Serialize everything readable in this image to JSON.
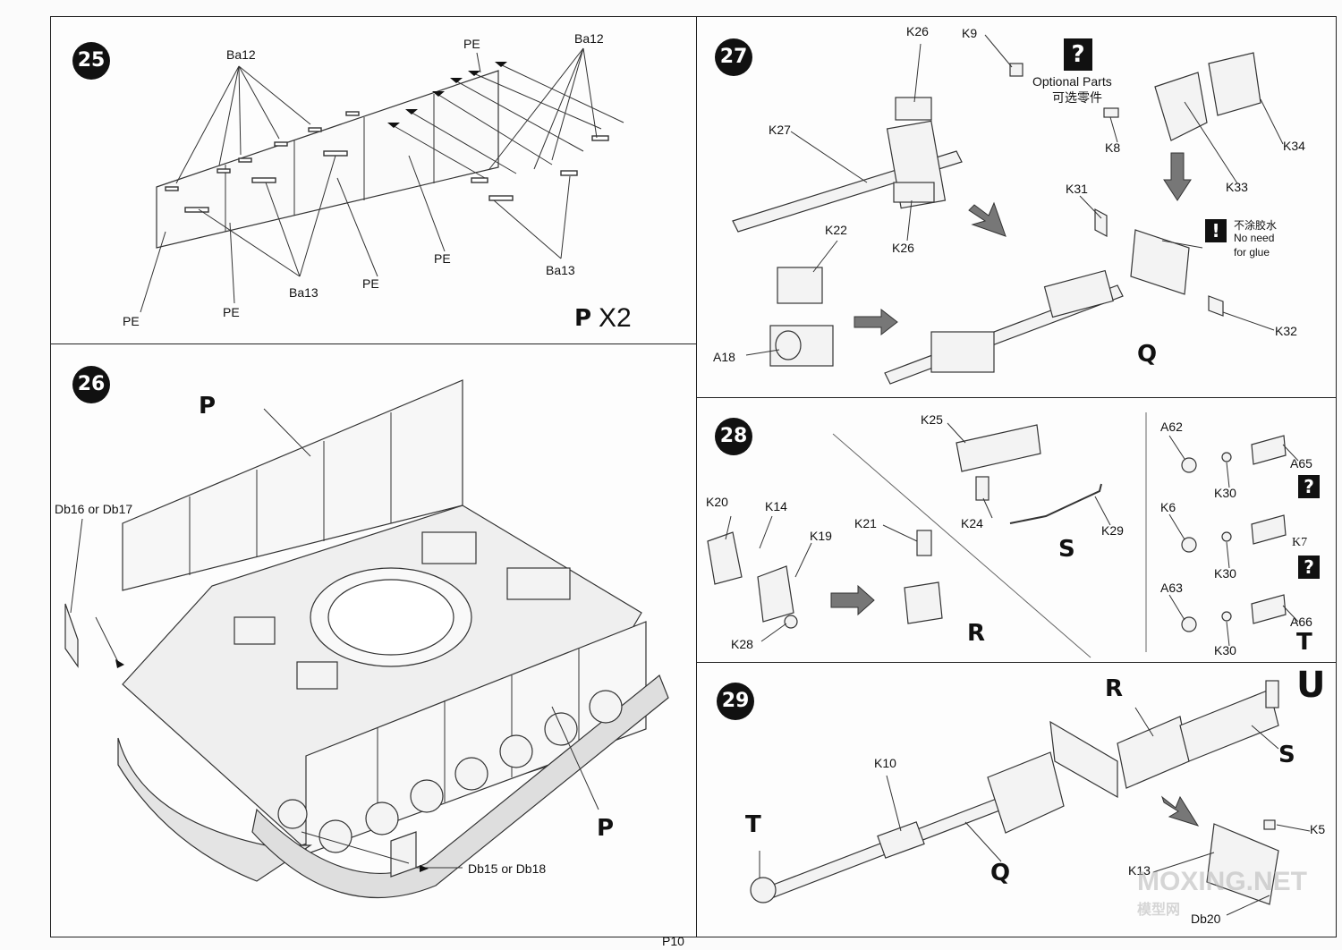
{
  "page": {
    "number": "P10"
  },
  "step25": {
    "number": "25",
    "labels": {
      "ba12_left": "Ba12",
      "ba12_right": "Ba12",
      "pe_top": "PE",
      "ba13_mid": "Ba13",
      "ba13_right": "Ba13",
      "pe1": "PE",
      "pe2": "PE",
      "pe3": "PE",
      "pe4": "PE"
    },
    "sub_letter": "P",
    "multiplier": "X2"
  },
  "step26": {
    "number": "26",
    "labels": {
      "p_top": "P",
      "p_bottom": "P",
      "db_left": "Db16 or Db17",
      "db_right": "Db15 or Db18"
    }
  },
  "step27": {
    "number": "27",
    "labels": {
      "k26_top": "K26",
      "k9": "K9",
      "k27": "K27",
      "k26_bottom": "K26",
      "k22": "K22",
      "a18": "A18",
      "k8": "K8",
      "k33": "K33",
      "k34": "K34",
      "k31": "K31",
      "k32": "K32"
    },
    "optional_icon": "?",
    "optional_en": "Optional Parts",
    "optional_cn": "可选零件",
    "noglue_icon": "!",
    "noglue_cn": "不涂胶水",
    "noglue_en1": "No need",
    "noglue_en2": "for glue",
    "sub_letter": "Q"
  },
  "step28": {
    "number": "28",
    "labels": {
      "k20": "K20",
      "k14": "K14",
      "k19": "K19",
      "k28": "K28",
      "k21": "K21",
      "k25": "K25",
      "k24": "K24",
      "k29": "K29",
      "a62": "A62",
      "a65": "A65",
      "k30a": "K30",
      "k6": "K6",
      "k7": "K7",
      "k30b": "K30",
      "a63": "A63",
      "a66": "A66",
      "k30c": "K30"
    },
    "sub_r": "R",
    "sub_s": "S",
    "sub_t": "T",
    "optional_icon": "?"
  },
  "step29": {
    "number": "29",
    "labels": {
      "k10": "K10",
      "k5": "K5",
      "k13": "K13",
      "db20": "Db20"
    },
    "sub_u": "U",
    "sub_r": "R",
    "sub_s": "S",
    "sub_t": "T",
    "sub_q": "Q"
  },
  "watermark": {
    "en": "MOXING.NET",
    "cn": "模型网"
  }
}
